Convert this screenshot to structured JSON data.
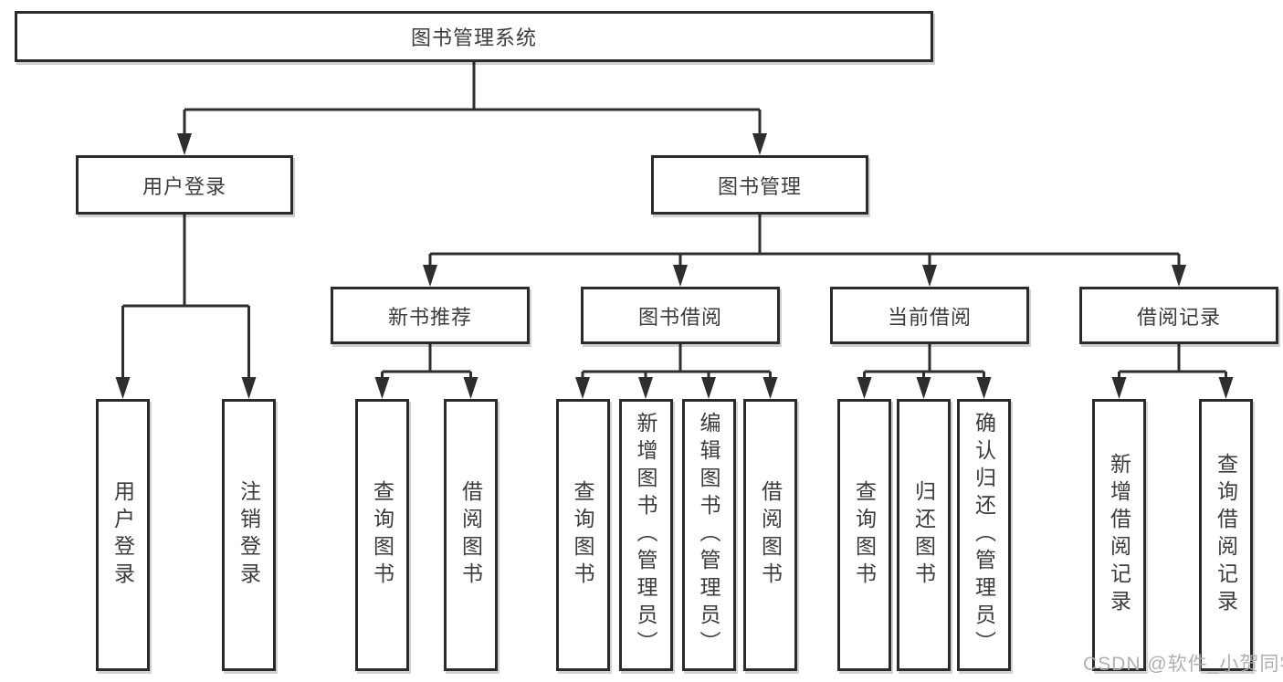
{
  "diagram": {
    "root": "图书管理系统",
    "branches": {
      "user_login": "用户登录",
      "book_management": "图书管理"
    },
    "modules": {
      "new_book_recommend": "新书推荐",
      "book_borrowing": "图书借阅",
      "current_borrowing": "当前借阅",
      "borrowing_records": "借阅记录"
    },
    "leaves": {
      "user_login": "用户登录",
      "logout": "注销登录",
      "recommend_query_book": "查询图书",
      "recommend_borrow_book": "借阅图书",
      "borrowing_query_book": "查询图书",
      "borrowing_add_book_admin": "新增图书（管理员）",
      "borrowing_edit_book_admin": "编辑图书（管理员）",
      "borrowing_borrow_book": "借阅图书",
      "current_query_book": "查询图书",
      "current_return_book": "归还图书",
      "current_confirm_return_admin": "确认归还（管理员）",
      "records_add_record": "新增借阅记录",
      "records_query_record": "查询借阅记录"
    },
    "line_color": "#2e2e2e",
    "border_color": "#2b2b2b",
    "text_color": "#3c3c3c"
  },
  "watermark": {
    "text": "CSDN @软件_小贺同学"
  }
}
